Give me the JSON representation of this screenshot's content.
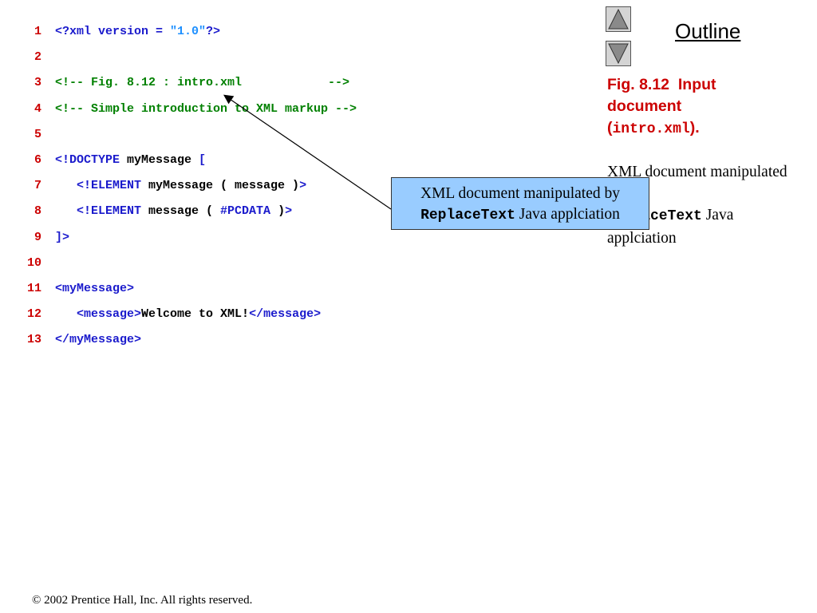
{
  "code_lines": [
    {
      "num": "1",
      "parts": [
        {
          "t": "<?xml version = ",
          "c": "kw"
        },
        {
          "t": "\"1.0\"",
          "c": "str"
        },
        {
          "t": "?>",
          "c": "kw"
        }
      ]
    },
    {
      "num": "2",
      "parts": []
    },
    {
      "num": "3",
      "parts": [
        {
          "t": "<!-- Fig. 8.12 : intro.xml            -->",
          "c": "cm"
        }
      ]
    },
    {
      "num": "4",
      "parts": [
        {
          "t": "<!-- Simple introduction to XML markup -->",
          "c": "cm"
        }
      ]
    },
    {
      "num": "5",
      "parts": []
    },
    {
      "num": "6",
      "parts": [
        {
          "t": "<!DOCTYPE ",
          "c": "kw"
        },
        {
          "t": "myMessage ",
          "c": "tx"
        },
        {
          "t": "[",
          "c": "kw"
        }
      ]
    },
    {
      "num": "7",
      "parts": [
        {
          "t": "   <!ELEMENT ",
          "c": "kw"
        },
        {
          "t": "myMessage ( message )",
          "c": "tx"
        },
        {
          "t": ">",
          "c": "kw"
        }
      ]
    },
    {
      "num": "8",
      "parts": [
        {
          "t": "   <!ELEMENT ",
          "c": "kw"
        },
        {
          "t": "message ( ",
          "c": "tx"
        },
        {
          "t": "#PCDATA",
          "c": "kw"
        },
        {
          "t": " )",
          "c": "tx"
        },
        {
          "t": ">",
          "c": "kw"
        }
      ]
    },
    {
      "num": "9",
      "parts": [
        {
          "t": "]>",
          "c": "kw"
        }
      ]
    },
    {
      "num": "10",
      "parts": []
    },
    {
      "num": "11",
      "parts": [
        {
          "t": "<myMessage>",
          "c": "kw"
        }
      ]
    },
    {
      "num": "12",
      "parts": [
        {
          "t": "   <message>",
          "c": "kw"
        },
        {
          "t": "Welcome to XML!",
          "c": "tx"
        },
        {
          "t": "</message>",
          "c": "kw"
        }
      ]
    },
    {
      "num": "13",
      "parts": [
        {
          "t": "</myMessage>",
          "c": "kw"
        }
      ]
    }
  ],
  "outline": {
    "title": "Outline",
    "up_icon": "triangle-up-icon",
    "down_icon": "triangle-down-icon"
  },
  "caption": {
    "fig": "Fig. 8.12",
    "text": "Input document",
    "open_paren": "(",
    "file": "intro.xml",
    "close": ")."
  },
  "side_desc": {
    "line1": "XML document manipulated by",
    "code": "ReplaceText",
    "line2": " Java applciation"
  },
  "callout": {
    "line1": "XML document manipulated by",
    "code": "ReplaceText",
    "line2": " Java applciation"
  },
  "footer": "© 2002 Prentice Hall, Inc.  All rights reserved.",
  "colors": {
    "line_numbers": "#cc0000",
    "keyword": "#1a1acc",
    "string": "#1e90ff",
    "comment": "#008000",
    "callout_bg": "#99ccff",
    "caption": "#cc0000"
  }
}
